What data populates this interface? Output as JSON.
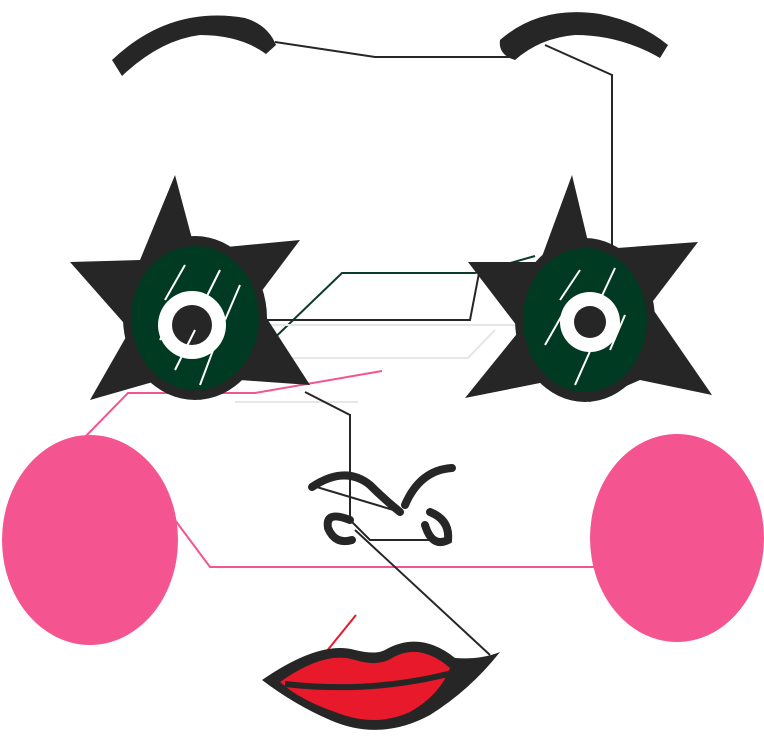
{
  "colors": {
    "outline": "#262626",
    "iris": "#003a22",
    "cheek": "#f45490",
    "lips": "#e8192a",
    "highlight": "#ffffff",
    "thread_green": "#0d3b2a",
    "thread_pink": "#f45490",
    "thread_gray": "#e6e6e6",
    "thread_red": "#e8192a"
  },
  "icons": [
    "left-eyebrow",
    "right-eyebrow",
    "left-eye",
    "right-eye",
    "left-cheek",
    "right-cheek",
    "nose",
    "lips"
  ]
}
